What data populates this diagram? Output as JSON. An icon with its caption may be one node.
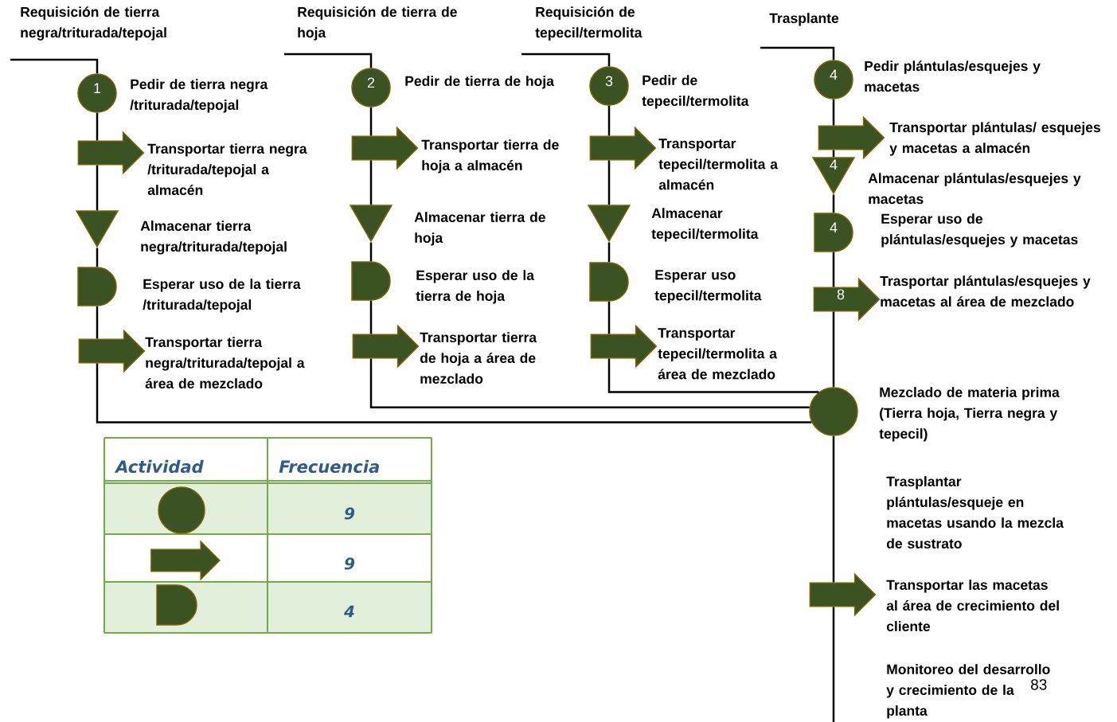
{
  "diagram": {
    "nodes": [
      {
        "text": [
          "1"
        ],
        "beside": [
          "Pedir de tierra negra /triturada/tepojal"
        ]
      },
      {
        "text": [],
        "shape": "arrow",
        "beside": [
          "Transportar tierra negra /triturada/tepojal a almacén"
        ]
      },
      {
        "text": [],
        "shape": "triangle",
        "beside": [
          "Almacenar tierra negra/triturada/tepojal"
        ]
      },
      {
        "text": [],
        "shape": "delay",
        "beside": [
          "Esperar uso de la tierra /triturada/tepojal"
        ]
      },
      {
        "text": [],
        "shape": "arrow",
        "beside": [
          "Transportar tierra negra/triturada/tepojal a área de mezclado"
        ]
      },
      {
        "text": [
          "2"
        ],
        "beside": [
          "Pedir de tierra de hoja"
        ]
      },
      {
        "text": [],
        "shape": "arrow",
        "beside": [
          "Transportar tierra de hoja  a almacén"
        ]
      },
      {
        "text": [],
        "shape": "triangle",
        "beside": [
          "Almacenar tierra de hoja"
        ]
      },
      {
        "text": [],
        "shape": "delay",
        "beside": [
          "Esperar uso de la tierra de hoja"
        ]
      },
      {
        "text": [],
        "shape": "arrow",
        "beside": [
          "Transportar tierra de hoja a área de mezclado"
        ]
      },
      {
        "text": [
          "3"
        ],
        "beside": [
          "Pedir de tepecil/termolita"
        ]
      },
      {
        "text": [],
        "shape": "arrow",
        "beside": [
          "Transportar tepecil/termolita a almacén"
        ]
      },
      {
        "text": [],
        "shape": "triangle",
        "beside": [
          "Almacenar tepecil/termolita"
        ]
      },
      {
        "text": [],
        "shape": "delay",
        "beside": [
          "Esperar uso tepecil/termolita"
        ]
      },
      {
        "text": [],
        "shape": "arrow",
        "beside": [
          "Transportar tepecil/termolita a área de mezclado"
        ]
      },
      {
        "text": [
          "4"
        ],
        "beside": [
          "Pedir plántulas/esquejes y macetas"
        ]
      },
      {
        "text": [],
        "shape": "arrow",
        "beside": [
          "Transportar plántulas/ esquejes y macetas a almacén"
        ]
      },
      {
        "text": [
          "4"
        ],
        "beside": [
          "Almacenar plántulas/esquejes y macetas"
        ]
      },
      {
        "text": [
          "4"
        ],
        "beside": [
          "Esperar uso de plántulas/esquejes y macetas"
        ]
      },
      {
        "text": [
          "8"
        ],
        "beside": [
          "Trasportar plántulas/esquejes y macetas al área de mezclado"
        ]
      },
      {
        "text": [],
        "shape": "circle",
        "beside": [
          "Mezclado de materia prima (Tierra hoja, Tierra negra y tepecil)"
        ]
      },
      {
        "text": [],
        "shape": "arrow",
        "beside": [
          "Transportar las macetas al área de crecimiento del cliente"
        ]
      }
    ],
    "edges": [
      {
        "from": null,
        "to": 0,
        "arrow": "none"
      },
      {
        "from": 0,
        "to": 1,
        "arrow": "none"
      },
      {
        "from": 1,
        "to": 2,
        "arrow": "none"
      },
      {
        "from": 2,
        "to": 3,
        "arrow": "none"
      },
      {
        "from": 3,
        "to": 4,
        "arrow": "none"
      },
      {
        "from": 4,
        "to": 20,
        "arrow": "none"
      },
      {
        "from": null,
        "to": 5,
        "arrow": "none"
      },
      {
        "from": 5,
        "to": 6,
        "arrow": "none"
      },
      {
        "from": 6,
        "to": 7,
        "arrow": "none"
      },
      {
        "from": 7,
        "to": 8,
        "arrow": "none"
      },
      {
        "from": 8,
        "to": 9,
        "arrow": "none"
      },
      {
        "from": 9,
        "to": 20,
        "arrow": "none"
      },
      {
        "from": null,
        "to": 10,
        "arrow": "none"
      },
      {
        "from": 10,
        "to": 11,
        "arrow": "none"
      },
      {
        "from": 11,
        "to": 12,
        "arrow": "none"
      },
      {
        "from": 12,
        "to": 13,
        "arrow": "none"
      },
      {
        "from": 13,
        "to": 14,
        "arrow": "none"
      },
      {
        "from": 14,
        "to": 20,
        "arrow": "none"
      },
      {
        "from": null,
        "to": 15,
        "arrow": "none"
      },
      {
        "from": 15,
        "to": 16,
        "arrow": "none"
      },
      {
        "from": 16,
        "to": 17,
        "arrow": "none"
      },
      {
        "from": 17,
        "to": 18,
        "arrow": "none"
      },
      {
        "from": 18,
        "to": 19,
        "arrow": "none"
      },
      {
        "from": 19,
        "to": 20,
        "arrow": "none"
      },
      {
        "from": 20,
        "to": 21,
        "arrow": "none"
      },
      {
        "from": 21,
        "to": null,
        "arrow": "none"
      }
    ],
    "labels": [
      "Requisición de tierra negra/triturada/tepojal",
      "Requisición de tierra de hoja",
      "Requisición de tepecil/termolita",
      "Trasplante",
      "Trasplantar plántulas/esqueje en macetas usando la mezcla de sustrato",
      "Monitoreo del desarrollo y crecimiento de la planta",
      "Actividad",
      "Frecuencia",
      "9",
      "9",
      "4",
      "83"
    ]
  }
}
